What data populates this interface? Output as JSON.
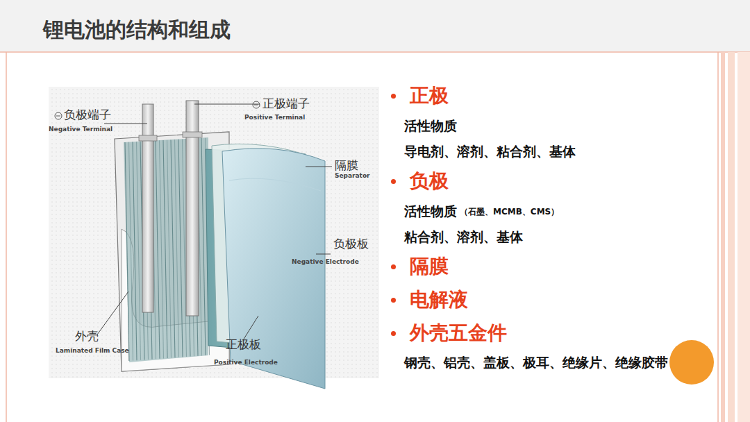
{
  "diagram": {
    "title": "锂电池的结构和组成",
    "labels": [
      "负极端子",
      "Negative Terminal",
      "正极端子",
      "Positive Terminal",
      "隔膜",
      "Separator",
      "负极板",
      "Negative Electrode",
      "外壳",
      "Laminated Film Case",
      "正极板",
      "Positive Electrode",
      "正极",
      "活性物质",
      "导电剂、溶剂、粘合剂、基体",
      "负极",
      "活性物质",
      "（石墨、MCMB、CMS）",
      "粘合剂、溶剂、基体",
      "隔膜",
      "电解液",
      "外壳五金件",
      "钢壳、铝壳、盖板、极耳、绝缘片、绝缘胶带"
    ]
  }
}
